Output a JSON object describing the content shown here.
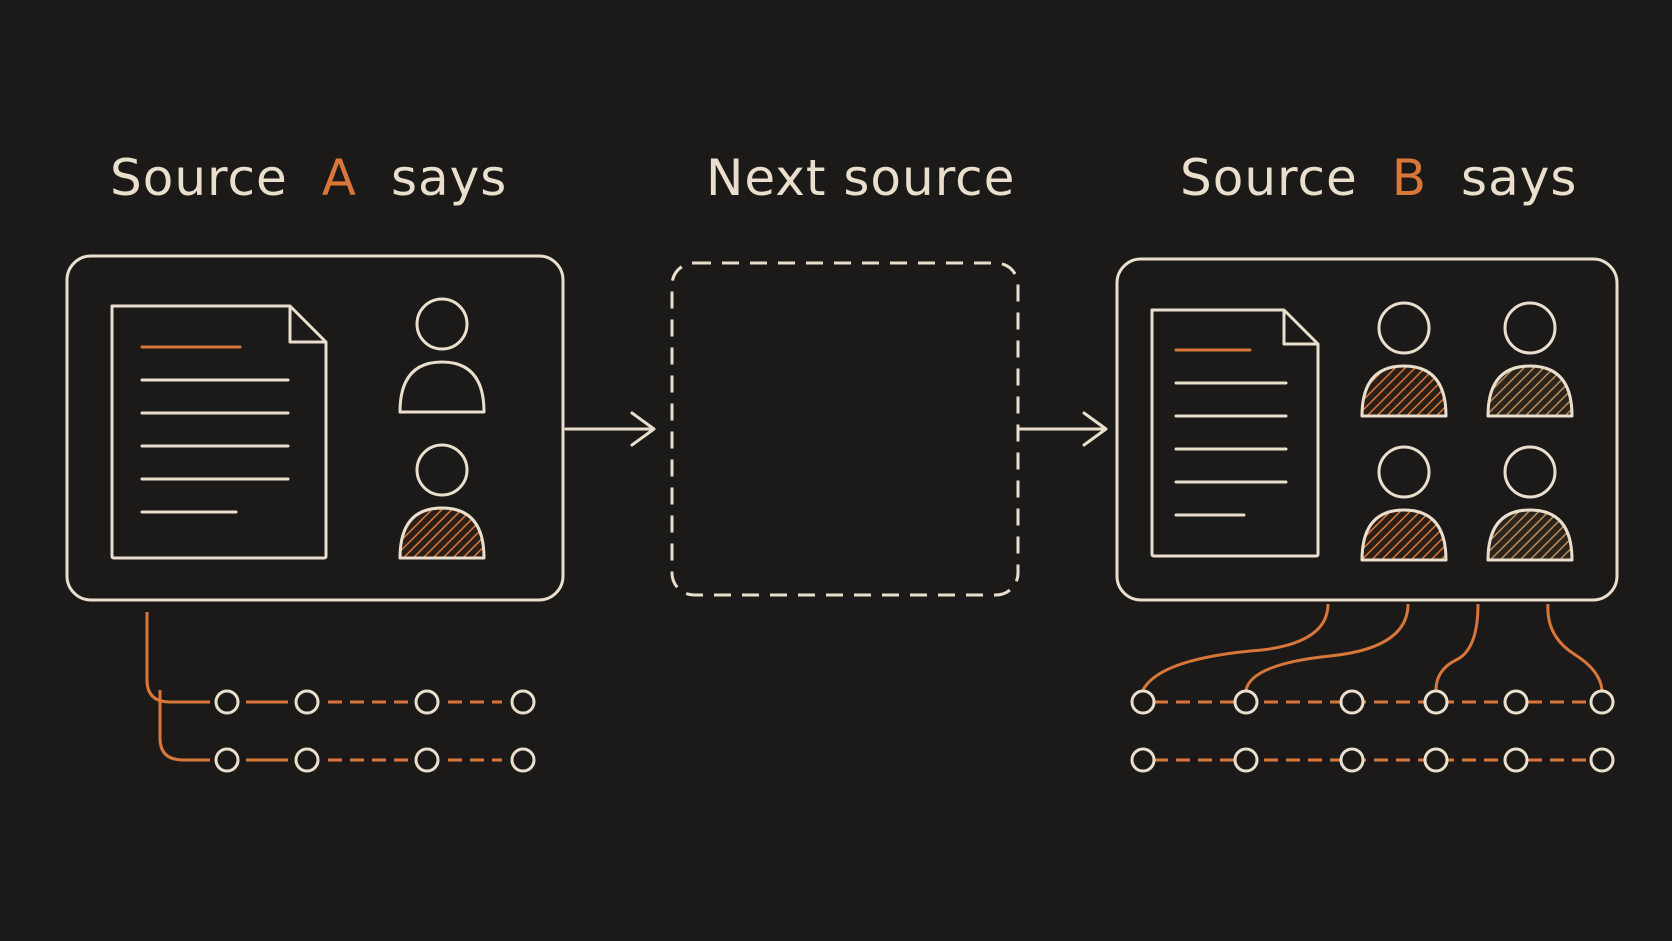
{
  "colors": {
    "background": "#1b1a19",
    "stroke": "#eadfcd",
    "accent": "#d9773a"
  },
  "labels": {
    "source_a": {
      "prefix": "Source",
      "letter": "A",
      "suffix": "says"
    },
    "next_source": {
      "text": "Next source"
    },
    "source_b": {
      "prefix": "Source",
      "letter": "B",
      "suffix": "says"
    }
  },
  "icons": {
    "document": "document-icon",
    "person": "person-icon"
  },
  "panels": {
    "source_a": {
      "people": 2,
      "highlighted_people": [
        1
      ]
    },
    "next_source": {
      "style": "dashed-empty"
    },
    "source_b": {
      "people": 4,
      "highlighted_people": [
        0,
        1,
        2,
        3
      ]
    }
  }
}
